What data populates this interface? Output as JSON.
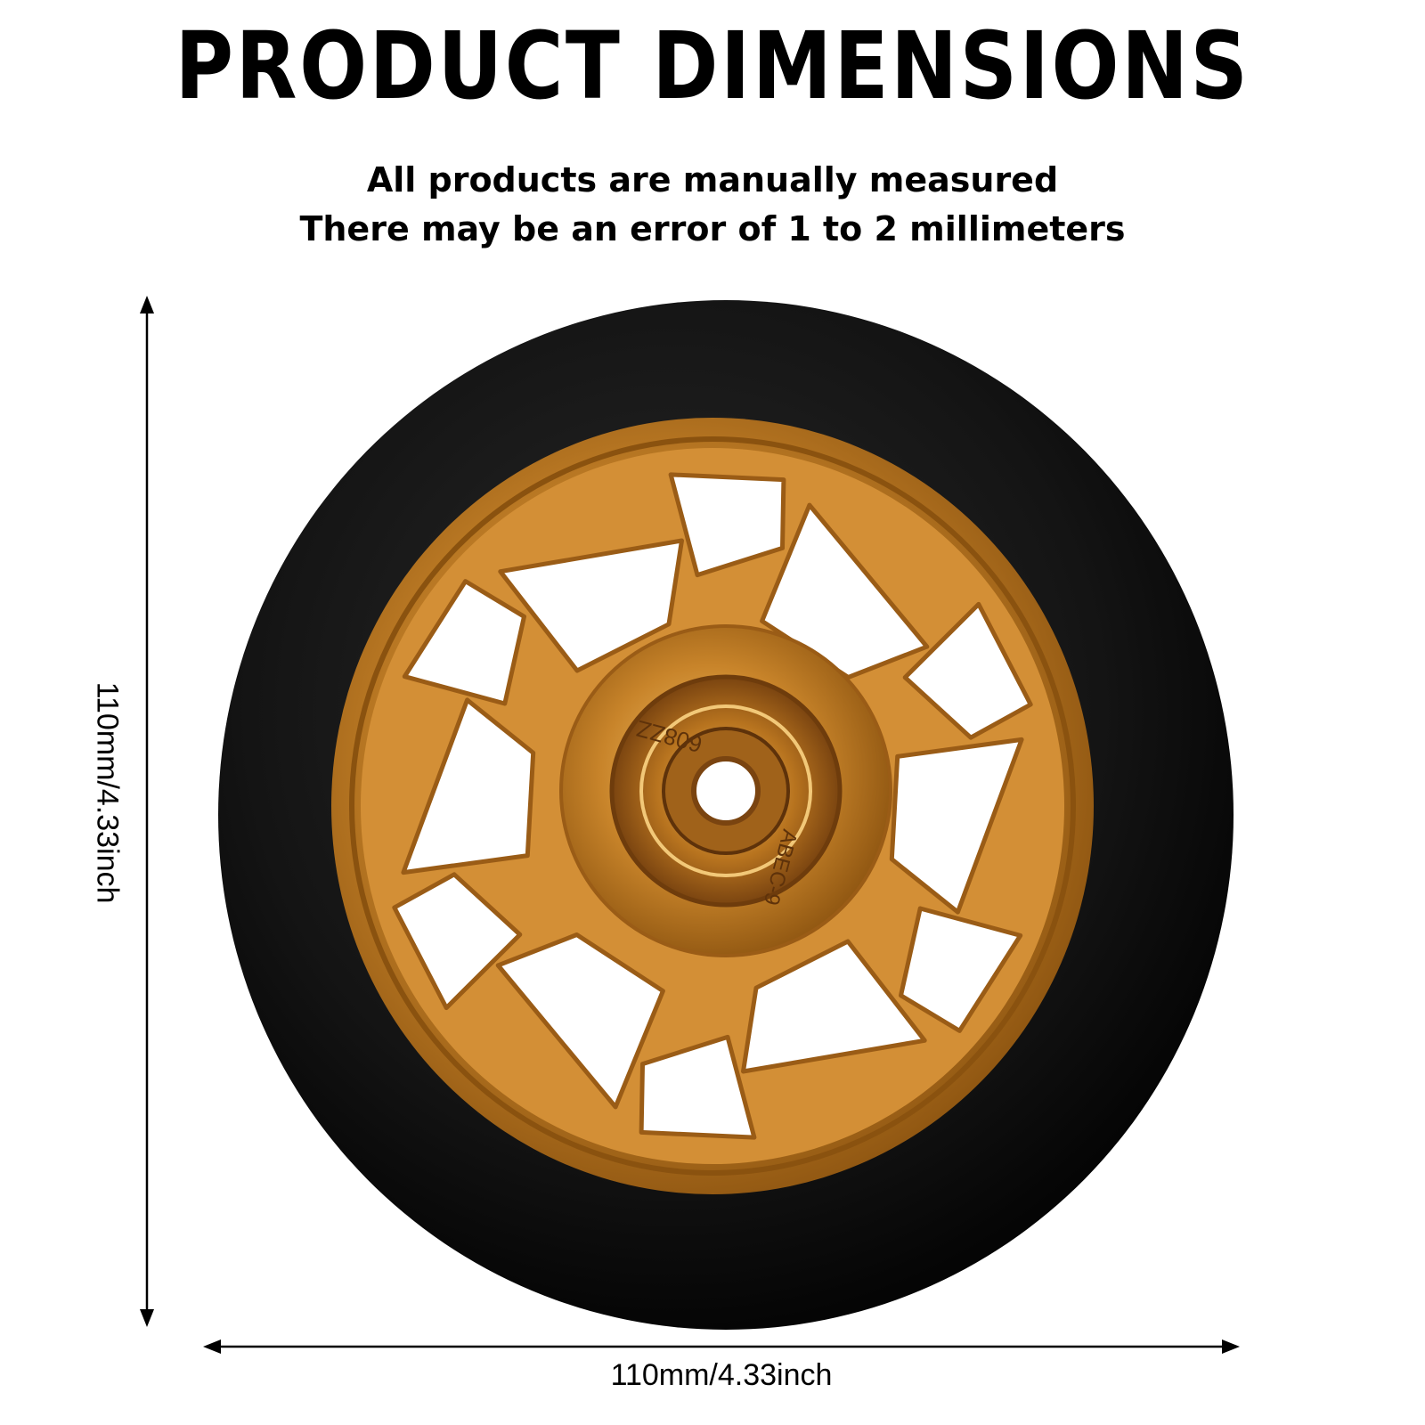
{
  "header": {
    "title": "PRODUCT DIMENSIONS",
    "note_line_1": "All products are manually measured",
    "note_line_2": "There may be an error of 1 to 2 millimeters"
  },
  "dimensions": {
    "height_label": "110mm/4.33inch",
    "width_label": "110mm/4.33inch"
  },
  "product": {
    "bearing_marking": "608ZZ",
    "bearing_rating": "ABEC-9",
    "colors": {
      "tire": "#141414",
      "rim": "#c8842a",
      "rim_dark": "#8a520f",
      "rim_light": "#f4c36a"
    }
  }
}
